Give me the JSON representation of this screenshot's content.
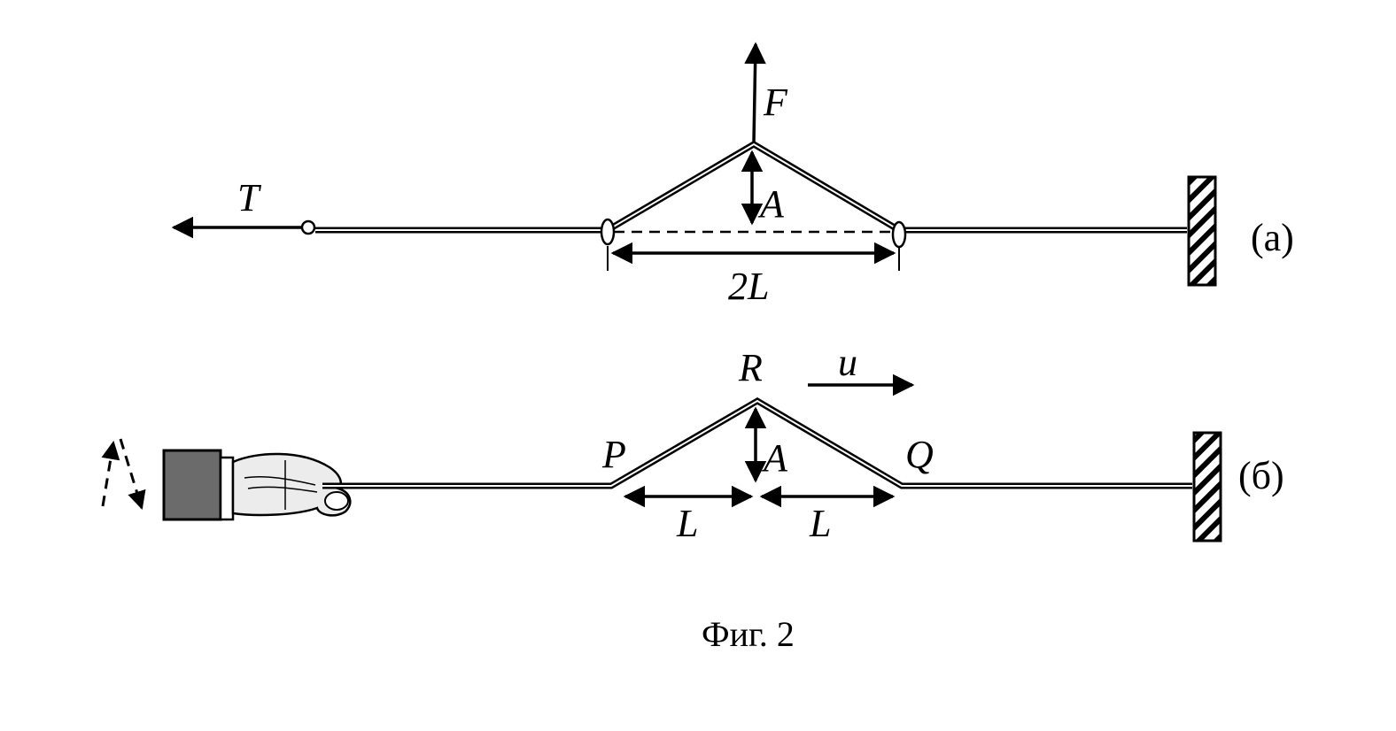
{
  "panel_a": {
    "tag": "(a)",
    "force_label": "F",
    "tension_label": "T",
    "amplitude_label": "A",
    "span_label": "2L"
  },
  "panel_b": {
    "tag": "(б)",
    "peak_label": "R",
    "velocity_label": "u",
    "left_point_label": "P",
    "right_point_label": "Q",
    "amplitude_label": "A",
    "left_span_label": "L",
    "right_span_label": "L"
  },
  "caption": "Фиг. 2",
  "colors": {
    "ink": "#000000",
    "sleeve": "#6b6b6b",
    "hand": "#ececec"
  }
}
